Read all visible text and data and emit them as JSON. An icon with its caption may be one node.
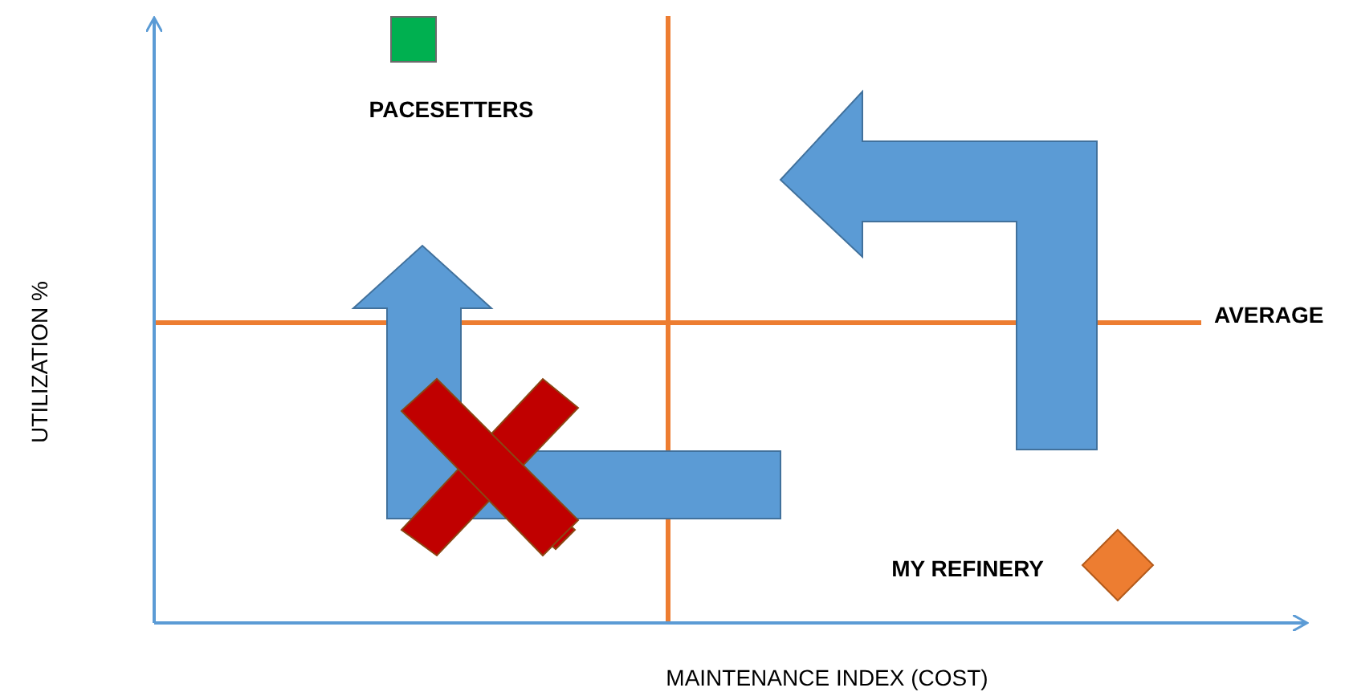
{
  "diagram": {
    "nodes": [
      {
        "text": [],
        "shape": "box",
        "beside": [
          "PACESETTERS"
        ]
      },
      {
        "text": [],
        "shape": "diamond",
        "beside": [
          "MY REFINERY"
        ]
      }
    ],
    "labels": [
      "AVERAGE",
      "UTILIZATION %",
      "MAINTENANCE INDEX (COST)"
    ]
  }
}
